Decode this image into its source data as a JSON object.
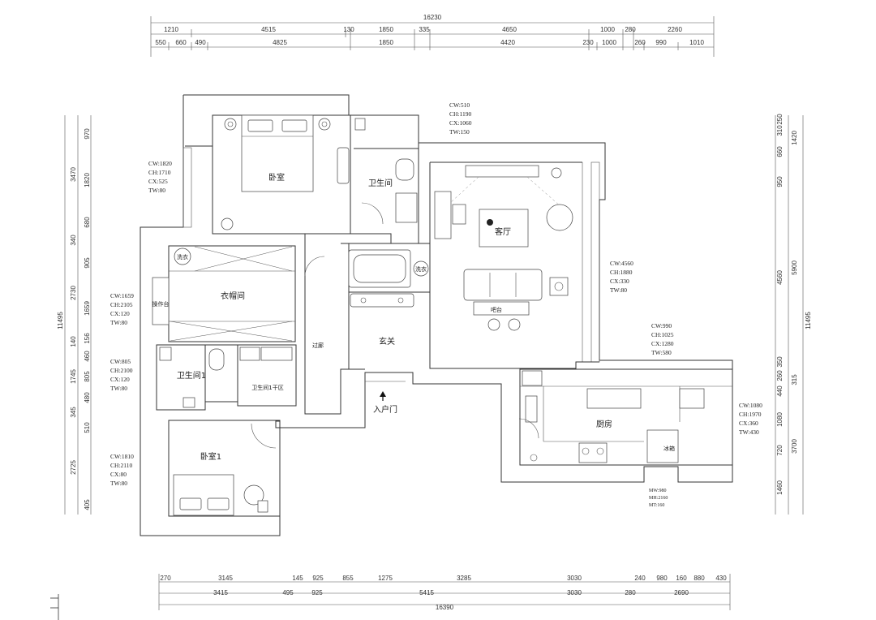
{
  "dimensions": {
    "top_total": "16230",
    "top_row1": [
      "1210",
      "4515",
      "130",
      "1850",
      "335",
      "4650",
      "1000",
      "280",
      "2260"
    ],
    "top_row2": [
      "550",
      "660",
      "490",
      "4825",
      "1850",
      "4420",
      "230",
      "1000",
      "260",
      "990",
      "1010"
    ],
    "bottom_row1": [
      "270",
      "3145",
      "145",
      "925",
      "855",
      "1275",
      "3285",
      "3030",
      "240",
      "980",
      "160",
      "880",
      "430"
    ],
    "bottom_row2": [
      "3415",
      "495",
      "925",
      "5415",
      "3030",
      "280",
      "2690"
    ],
    "bottom_total": "16390",
    "left_total": "11495",
    "left_row1": [
      "3470",
      "340",
      "2730",
      "140",
      "1745",
      "345",
      "2725"
    ],
    "left_row2": [
      "970",
      "1820",
      "680",
      "905",
      "1659",
      "156",
      "460",
      "805",
      "480",
      "510",
      "405"
    ],
    "right_total": "11495",
    "right_row1": [
      "1420",
      "5900",
      "315",
      "3700"
    ],
    "right_row2": [
      "250",
      "310",
      "660",
      "950",
      "4560",
      "350",
      "260",
      "440",
      "1080",
      "720",
      "1460"
    ]
  },
  "rooms": {
    "master_bedroom": "卧室",
    "bathroom_top": "卫生间",
    "living_room": "客厅",
    "closet": "衣帽间",
    "console": "操作台",
    "corridor": "过廊",
    "foyer": "玄关",
    "bar": "吧台",
    "bathroom1": "卫生间1",
    "bathroom1_dry": "卫生间1干区",
    "bedroom1": "卧室1",
    "kitchen": "厨房",
    "fridge": "冰箱",
    "entrance": "入户门",
    "washer1": "洗衣",
    "washer2": "洗衣"
  },
  "window_notes": {
    "w_top_bath": [
      "CW:510",
      "CH:1190",
      "CX:1060",
      "TW:150"
    ],
    "w_master": [
      "CW:1820",
      "CH:1710",
      "CX:525",
      "TW:80"
    ],
    "w_living": [
      "CW:4560",
      "CH:1880",
      "CX:330",
      "TW:80"
    ],
    "w_closet": [
      "CW:1659",
      "CH:2105",
      "CX:120",
      "TW:80"
    ],
    "w_bath1": [
      "CW:805",
      "CH:2100",
      "CX:120",
      "TW:80"
    ],
    "w_bed1": [
      "CW:1810",
      "CH:2110",
      "CX:80",
      "TW:80"
    ],
    "w_kitchen_top": [
      "CW:990",
      "CH:1025",
      "CX:1280",
      "TW:580"
    ],
    "w_kitchen_right": [
      "CW:1080",
      "CH:1970",
      "CX:360",
      "TW:430"
    ],
    "w_kitchen_door": [
      "MW:980",
      "MH:2160",
      "MT:160"
    ]
  }
}
